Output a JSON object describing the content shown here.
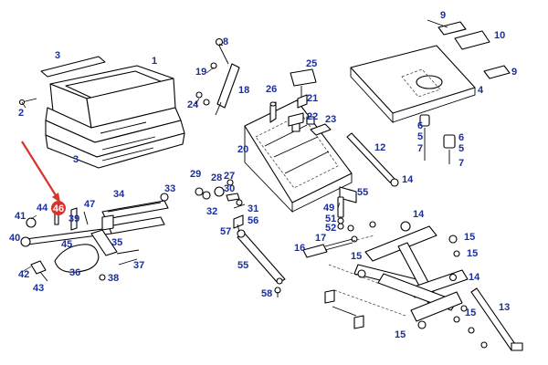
{
  "highlight": {
    "label": "46",
    "color": "#d9342b"
  },
  "label_color": "#1a2f9c",
  "callouts": [
    {
      "id": "c1",
      "text": "1"
    },
    {
      "id": "c2",
      "text": "2"
    },
    {
      "id": "c3a",
      "text": "3"
    },
    {
      "id": "c3b",
      "text": "3"
    },
    {
      "id": "c4",
      "text": "4"
    },
    {
      "id": "c5a",
      "text": "5"
    },
    {
      "id": "c5b",
      "text": "5"
    },
    {
      "id": "c6a",
      "text": "6"
    },
    {
      "id": "c6b",
      "text": "6"
    },
    {
      "id": "c7a",
      "text": "7"
    },
    {
      "id": "c7b",
      "text": "7"
    },
    {
      "id": "c8",
      "text": "8"
    },
    {
      "id": "c9a",
      "text": "9"
    },
    {
      "id": "c9b",
      "text": "9"
    },
    {
      "id": "c10",
      "text": "10"
    },
    {
      "id": "c12",
      "text": "12"
    },
    {
      "id": "c13",
      "text": "13"
    },
    {
      "id": "c14a",
      "text": "14"
    },
    {
      "id": "c14b",
      "text": "14"
    },
    {
      "id": "c14c",
      "text": "14"
    },
    {
      "id": "c15a",
      "text": "15"
    },
    {
      "id": "c15b",
      "text": "15"
    },
    {
      "id": "c15c",
      "text": "15"
    },
    {
      "id": "c15d",
      "text": "15"
    },
    {
      "id": "c15e",
      "text": "15"
    },
    {
      "id": "c16",
      "text": "16"
    },
    {
      "id": "c17",
      "text": "17"
    },
    {
      "id": "c18",
      "text": "18"
    },
    {
      "id": "c19",
      "text": "19"
    },
    {
      "id": "c20",
      "text": "20"
    },
    {
      "id": "c21",
      "text": "21"
    },
    {
      "id": "c22",
      "text": "22"
    },
    {
      "id": "c23",
      "text": "23"
    },
    {
      "id": "c24",
      "text": "24"
    },
    {
      "id": "c25",
      "text": "25"
    },
    {
      "id": "c26",
      "text": "26"
    },
    {
      "id": "c27",
      "text": "27"
    },
    {
      "id": "c28",
      "text": "28"
    },
    {
      "id": "c29",
      "text": "29"
    },
    {
      "id": "c30",
      "text": "30"
    },
    {
      "id": "c31",
      "text": "31"
    },
    {
      "id": "c32",
      "text": "32"
    },
    {
      "id": "c33",
      "text": "33"
    },
    {
      "id": "c34",
      "text": "34"
    },
    {
      "id": "c35",
      "text": "35"
    },
    {
      "id": "c36",
      "text": "36"
    },
    {
      "id": "c37",
      "text": "37"
    },
    {
      "id": "c38",
      "text": "38"
    },
    {
      "id": "c39",
      "text": "39"
    },
    {
      "id": "c40",
      "text": "40"
    },
    {
      "id": "c41",
      "text": "41"
    },
    {
      "id": "c42",
      "text": "42"
    },
    {
      "id": "c43",
      "text": "43"
    },
    {
      "id": "c44",
      "text": "44"
    },
    {
      "id": "c45",
      "text": "45"
    },
    {
      "id": "c47",
      "text": "47"
    },
    {
      "id": "c49",
      "text": "49"
    },
    {
      "id": "c51",
      "text": "51"
    },
    {
      "id": "c52",
      "text": "52"
    },
    {
      "id": "c55a",
      "text": "55"
    },
    {
      "id": "c55b",
      "text": "55"
    },
    {
      "id": "c56",
      "text": "56"
    },
    {
      "id": "c57",
      "text": "57"
    },
    {
      "id": "c58",
      "text": "58"
    }
  ]
}
